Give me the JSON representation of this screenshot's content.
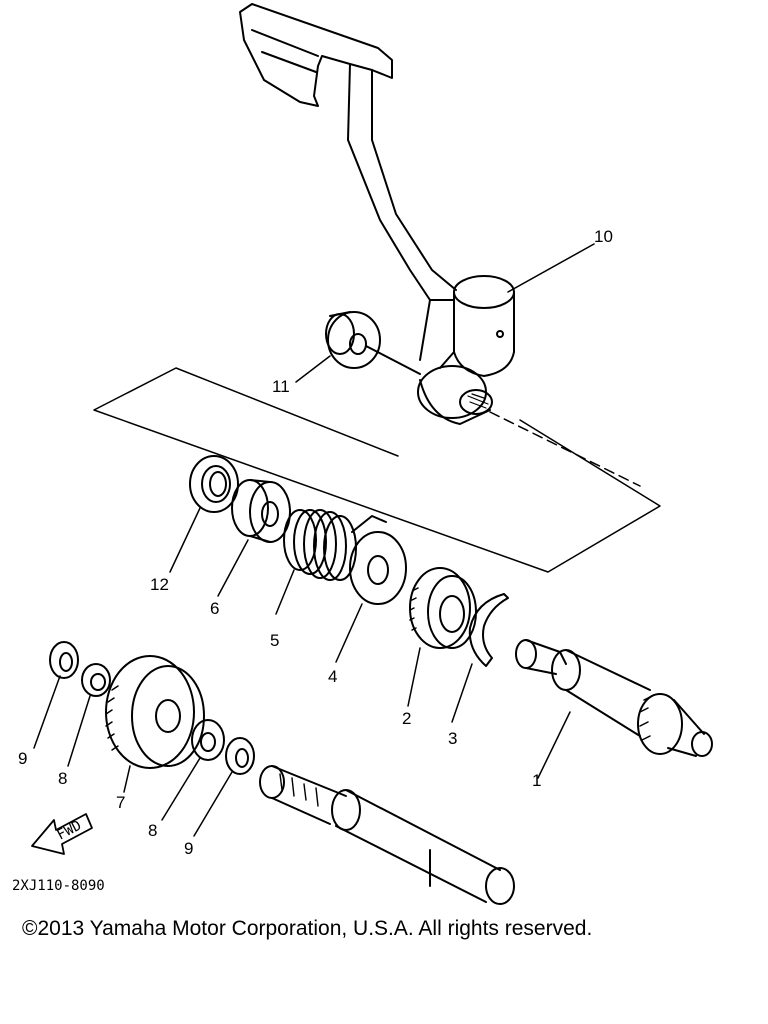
{
  "diagram": {
    "callouts": {
      "p1": "1",
      "p2": "2",
      "p3": "3",
      "p4": "4",
      "p5": "5",
      "p6": "6",
      "p7": "7",
      "p8a": "8",
      "p8b": "8",
      "p9a": "9",
      "p9b": "9",
      "p10": "10",
      "p11": "11",
      "p12": "12"
    },
    "fwd_label": "FWD",
    "drawing_code": "2XJ110-8090"
  },
  "footer": {
    "copyright": "©2013 Yamaha Motor Corporation, U.S.A. All rights reserved."
  }
}
